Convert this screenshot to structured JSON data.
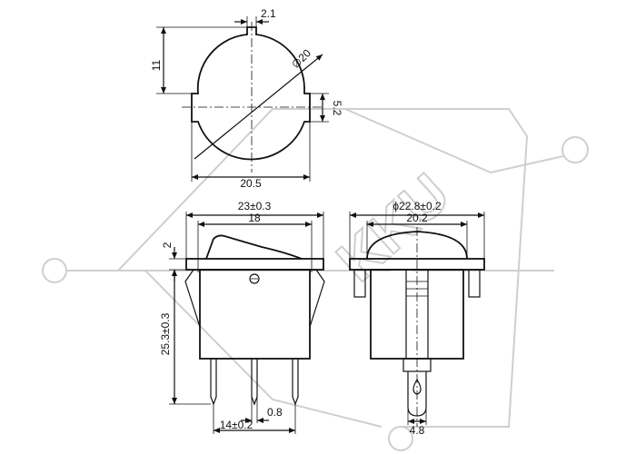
{
  "watermark": {
    "text": "KKU"
  },
  "top_view": {
    "dims": {
      "tab_width": "2.1",
      "diameter": "∅20",
      "height": "11",
      "flat": "5.2",
      "width": "20.5"
    }
  },
  "front_view": {
    "dims": {
      "bezel_width": "23±0.3",
      "body_width": "18",
      "bezel_thickness": "2",
      "total_height": "25.3±0.3",
      "terminal_thickness": "0.8",
      "terminal_span": "14±0.2"
    }
  },
  "side_view": {
    "dims": {
      "bezel_diameter": "ϕ22.8±0.2",
      "body_width": "20.2",
      "terminal_width": "4.8"
    }
  }
}
